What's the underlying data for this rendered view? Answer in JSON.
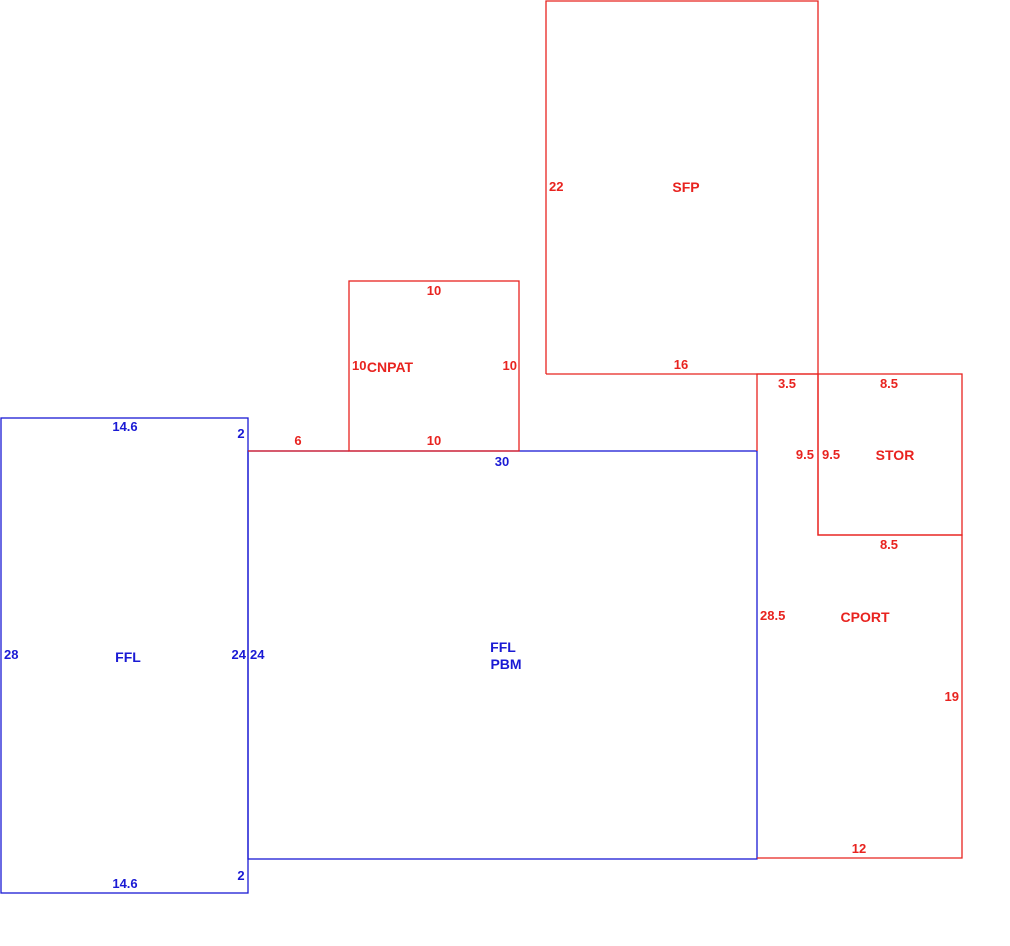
{
  "colors": {
    "main_structure": "#1a1ad4",
    "additions": "#e8231f"
  },
  "areas": {
    "ffl_left": {
      "label": "FFL",
      "dims": {
        "top": "14.6",
        "left": "28",
        "right": "24",
        "bottom": "14.6",
        "jog_top": "2",
        "jog_bottom": "2"
      }
    },
    "ffl_pbm": {
      "label_line1": "FFL",
      "label_line2": "PBM",
      "dims": {
        "top": "30",
        "left": "24"
      }
    },
    "cnpat": {
      "label": "CNPAT",
      "dims": {
        "top": "10",
        "left": "10",
        "right": "10",
        "bottom": "10",
        "offset": "6"
      }
    },
    "sfp": {
      "label": "SFP",
      "dims": {
        "left": "22",
        "bottom": "16"
      }
    },
    "stor": {
      "label": "STOR",
      "dims": {
        "top": "8.5",
        "left": "9.5",
        "bottom": "8.5"
      }
    },
    "cport": {
      "label": "CPORT",
      "dims": {
        "top": "3.5",
        "inner": "9.5",
        "left": "28.5",
        "right": "19",
        "bottom": "12"
      }
    }
  }
}
